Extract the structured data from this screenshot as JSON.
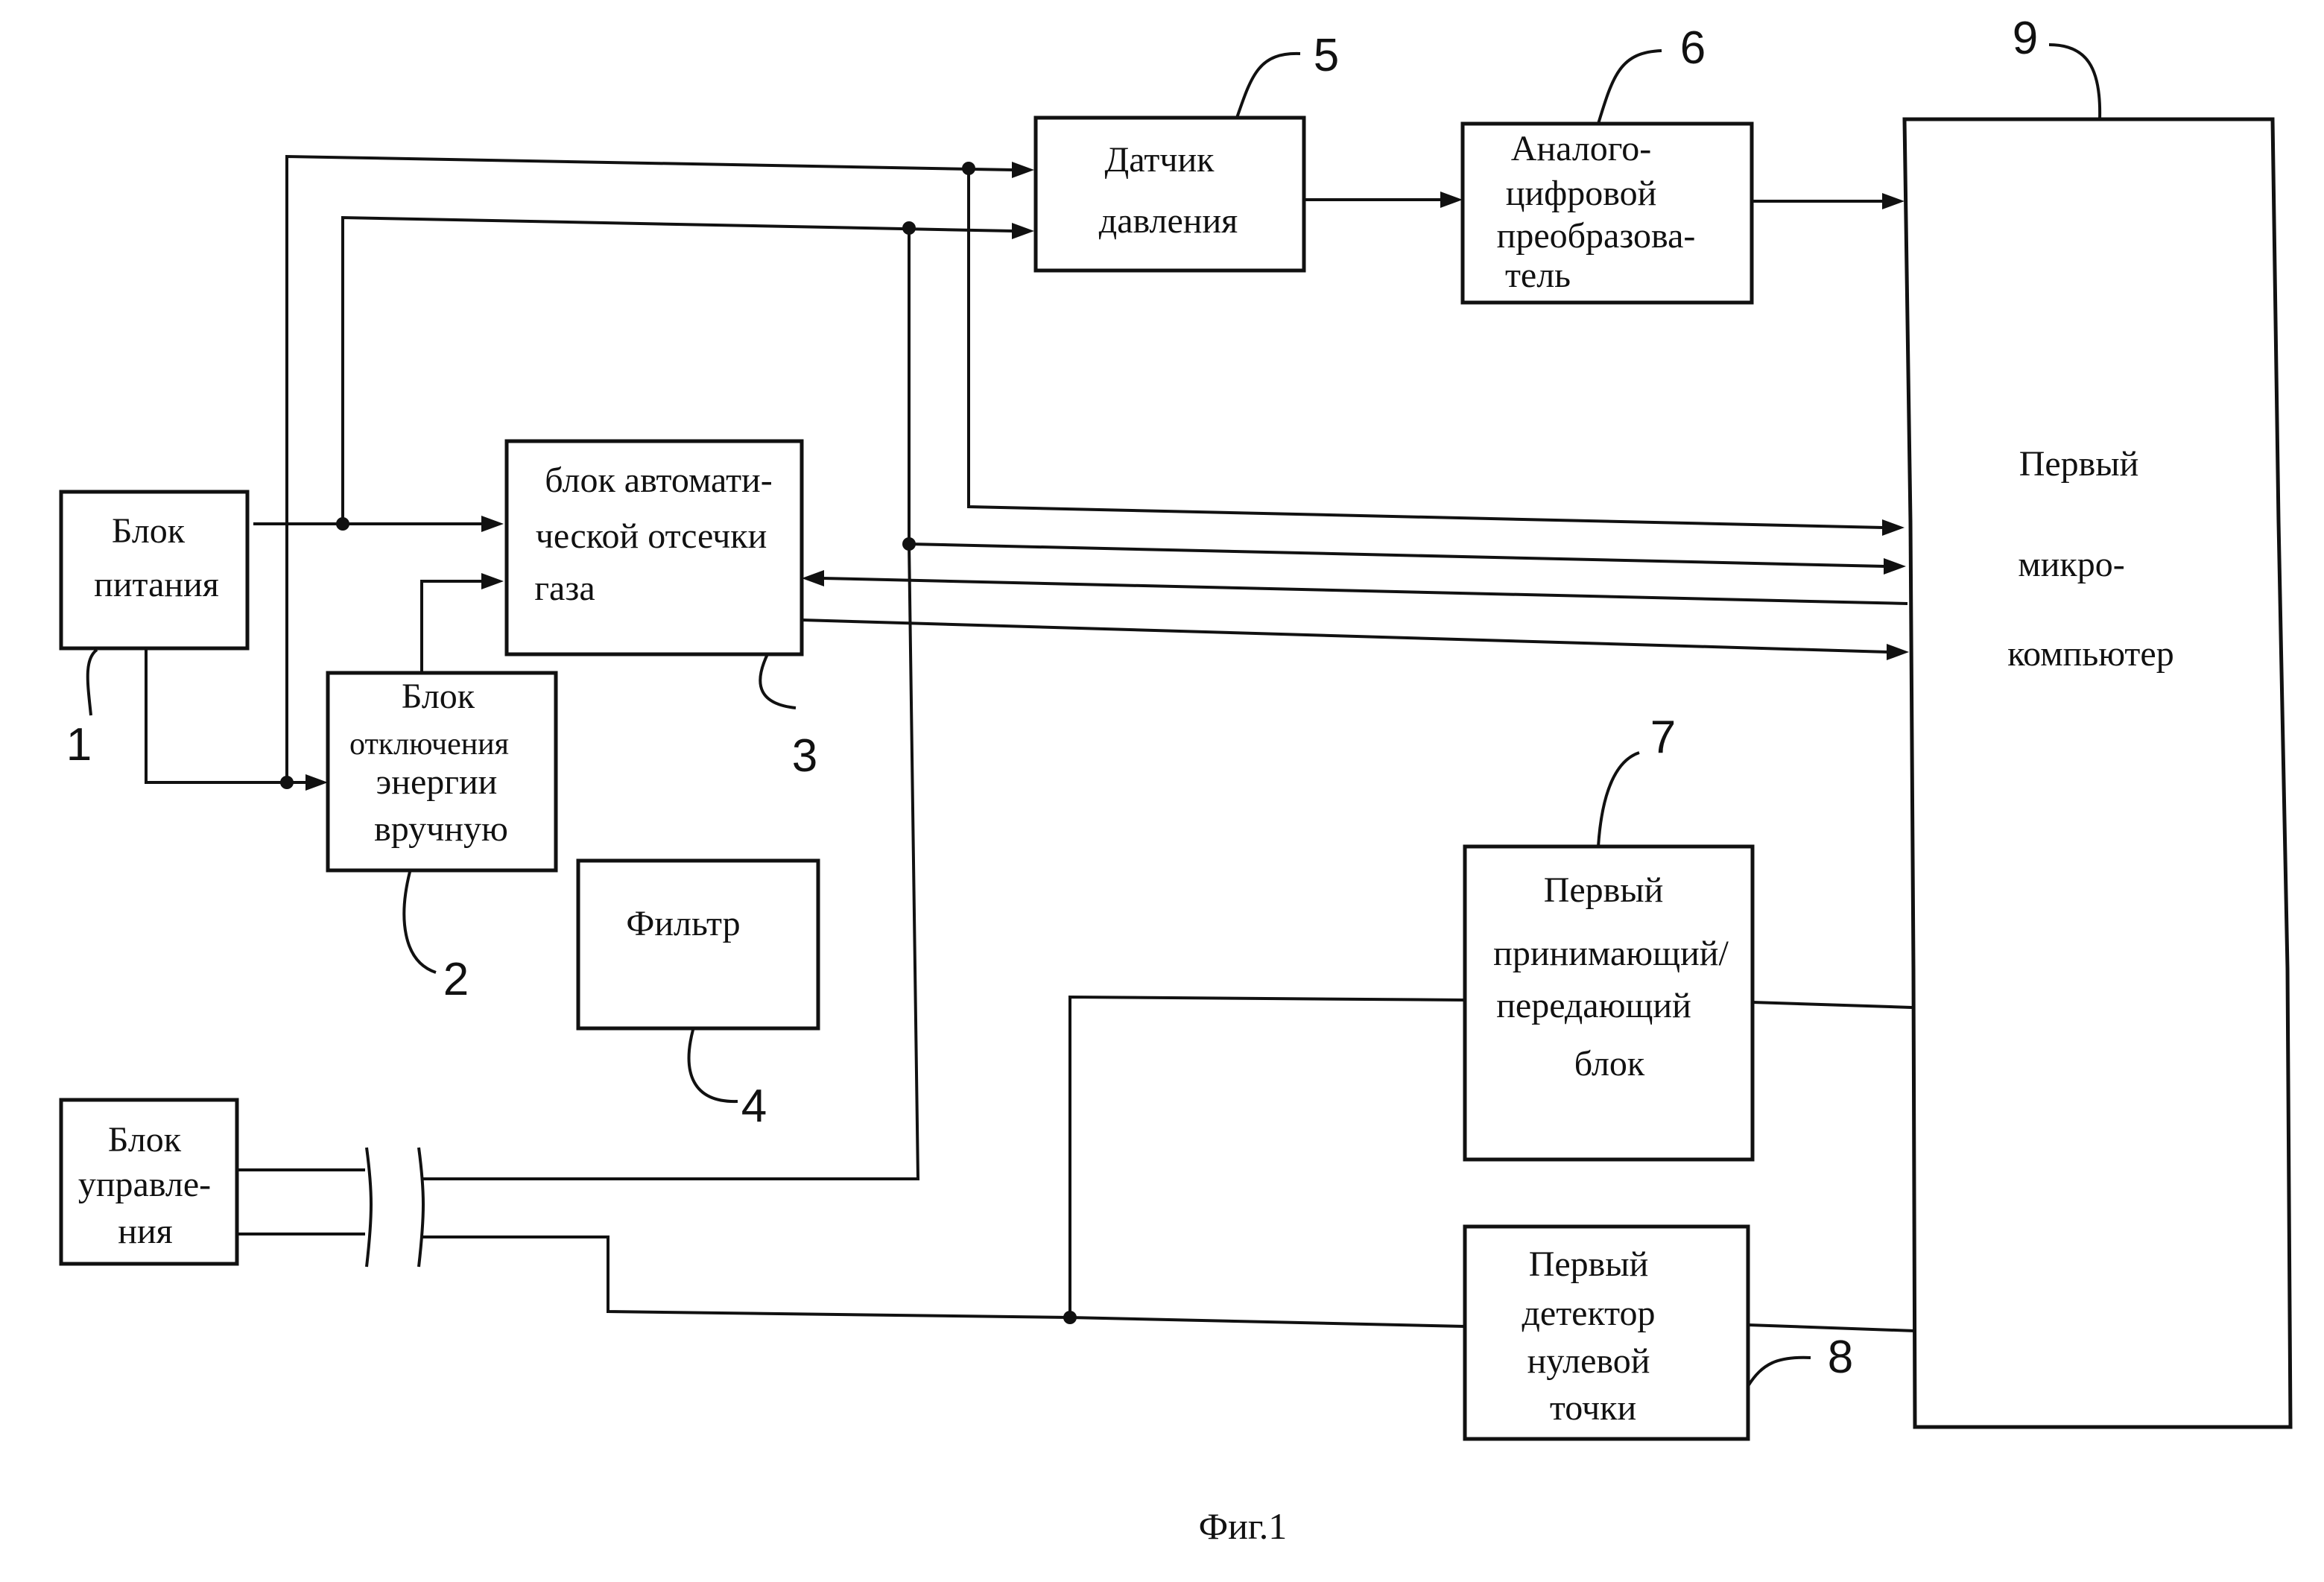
{
  "caption": "Фиг.1",
  "blocks": {
    "power": {
      "lines": [
        "Блок",
        "питания"
      ],
      "ref": "1"
    },
    "manual_off": {
      "lines": [
        "Блок",
        "отключения",
        "энергии",
        "вручную"
      ],
      "ref": "2"
    },
    "auto_cutoff": {
      "lines": [
        "блок автомати-",
        "ческой отсечки",
        "газа"
      ],
      "ref": "3"
    },
    "filter": {
      "lines": [
        "Фильтр"
      ],
      "ref": "4"
    },
    "pressure_sensor": {
      "lines": [
        "Датчик",
        "давления"
      ],
      "ref": "5"
    },
    "adc": {
      "lines": [
        "Аналого-",
        "цифровой",
        "преобразова-",
        "тель"
      ],
      "ref": "6"
    },
    "transceiver": {
      "lines": [
        "Первый",
        "принимающий/",
        "передающий",
        "блок"
      ],
      "ref": "7"
    },
    "zero_detector": {
      "lines": [
        "Первый",
        "детектор",
        "нулевой",
        "точки"
      ],
      "ref": "8"
    },
    "microcomputer": {
      "lines": [
        "Первый",
        "микро-",
        "компьютер"
      ],
      "ref": "9"
    },
    "control": {
      "lines": [
        "Блок",
        "управле-",
        "ния"
      ]
    }
  }
}
